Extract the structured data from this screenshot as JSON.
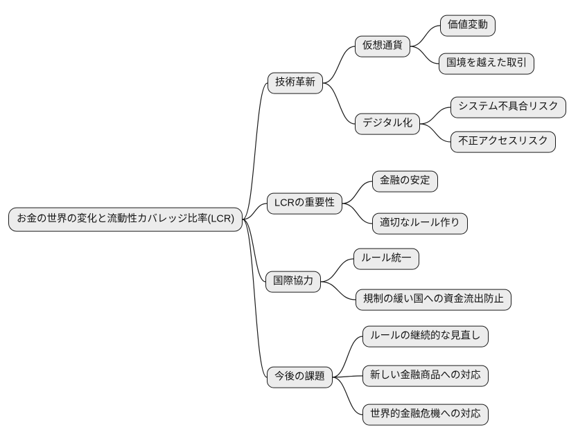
{
  "mindmap": {
    "type": "mindmap-diagram",
    "direction": "left-to-right",
    "colors": {
      "background": "#ffffff",
      "node_fill": "#ececec",
      "node_border": "#1a1a1a",
      "edge": "#1a1a1a",
      "text": "#111111"
    },
    "root": {
      "label": "お金の世界の変化と流動性カバレッジ比率(LCR)",
      "children": [
        {
          "label": "技術革新",
          "children": [
            {
              "label": "仮想通貨",
              "children": [
                {
                  "label": "価値変動"
                },
                {
                  "label": "国境を越えた取引"
                }
              ]
            },
            {
              "label": "デジタル化",
              "children": [
                {
                  "label": "システム不具合リスク"
                },
                {
                  "label": "不正アクセスリスク"
                }
              ]
            }
          ]
        },
        {
          "label": "LCRの重要性",
          "children": [
            {
              "label": "金融の安定"
            },
            {
              "label": "適切なルール作り"
            }
          ]
        },
        {
          "label": "国際協力",
          "children": [
            {
              "label": "ルール統一"
            },
            {
              "label": "規制の緩い国への資金流出防止"
            }
          ]
        },
        {
          "label": "今後の課題",
          "children": [
            {
              "label": "ルールの継続的な見直し"
            },
            {
              "label": "新しい金融商品への対応"
            },
            {
              "label": "世界的金融危機への対応"
            }
          ]
        }
      ]
    }
  }
}
